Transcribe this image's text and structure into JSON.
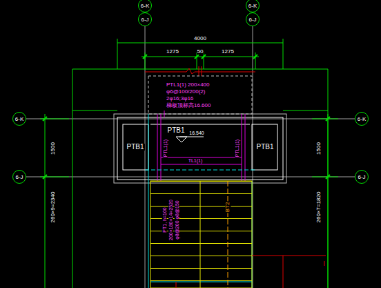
{
  "diagram": {
    "nodes": [
      {
        "text": [
          "6-K"
        ]
      },
      {
        "text": [
          "6-J"
        ]
      },
      {
        "text": [
          "6-K"
        ]
      },
      {
        "text": [
          "6-J"
        ]
      },
      {
        "text": [
          "6-K"
        ]
      },
      {
        "text": [
          "6-J"
        ]
      },
      {
        "text": [
          "6-K"
        ]
      },
      {
        "text": [
          "6-J"
        ]
      }
    ],
    "labels": [
      "4000",
      "1275",
      "50",
      "1275",
      "PTL1(1) 200×400",
      "φ6@100/200(2)",
      "2φ16;3φ16",
      "梯板顶标高16.600",
      "PTB1",
      "16.540",
      "PTB1",
      "PTB1",
      "PTL1(1)",
      "PTL1(1)",
      "TL1(1)",
      "PT1, h=100",
      "200×180×14=2520",
      "φ8@200 φ8@150",
      "BT2",
      "1500",
      "260×9=2340",
      "1500",
      "260×7=1820"
    ]
  }
}
